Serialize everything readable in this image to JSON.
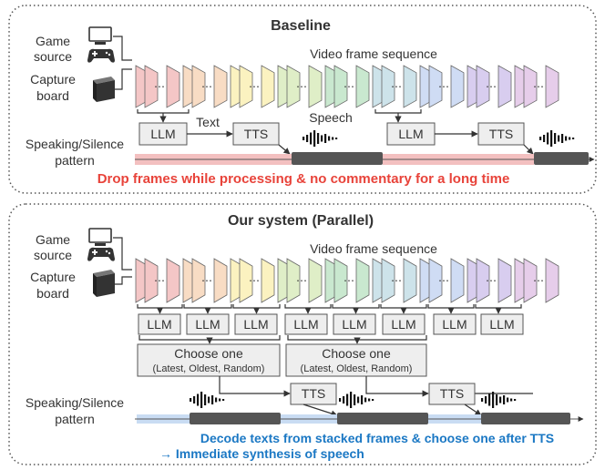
{
  "baseline": {
    "title": "Baseline",
    "game_source": [
      "Game",
      "source"
    ],
    "capture_board": [
      "Capture",
      "board"
    ],
    "video_seq": "Video frame sequence",
    "llm": "LLM",
    "tts": "TTS",
    "text": "Text",
    "speech": "Speech",
    "speaking_silence": [
      "Speaking/Silence",
      "pattern"
    ],
    "caption": "Drop frames while processing & no commentary for a long time"
  },
  "parallel": {
    "title": "Our system (Parallel)",
    "game_source": [
      "Game",
      "source"
    ],
    "capture_board": [
      "Capture",
      "board"
    ],
    "video_seq": "Video frame sequence",
    "llm": "LLM",
    "tts": "TTS",
    "choose_one": "Choose one",
    "choose_sub": "(Latest, Oldest, Random)",
    "speaking_silence": [
      "Speaking/Silence",
      "pattern"
    ],
    "caption_line1": "Decode texts from stacked frames & choose one after TTS",
    "caption_line2": "→ Immediate synthesis of speech"
  },
  "colors": {
    "red": "#e8433a",
    "blue": "#1b78c4",
    "box_fill": "#eeeeee",
    "bar_dark": "#555555",
    "bar_pink": "#f3c0c0",
    "bar_blue": "#c9dcf3"
  },
  "frame_colors": [
    "#f4c6c6",
    "#f8dcc4",
    "#fbf2c0",
    "#dfeec7",
    "#c9e8cf",
    "#cde3ea",
    "#cfdcf4",
    "#d8cdef",
    "#e6cdea",
    "#f0cde0"
  ],
  "icons": [
    "monitor-icon",
    "gamepad-icon",
    "capture-board-icon",
    "soundwave-icon"
  ]
}
